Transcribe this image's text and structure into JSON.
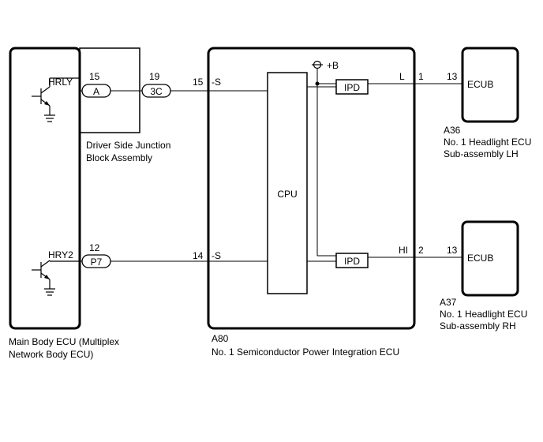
{
  "main_body_ecu": {
    "name_line1": "Main Body ECU (Multiplex",
    "name_line2": "Network Body ECU)",
    "sig_hrly": "HRLY",
    "sig_hry2": "HRY2"
  },
  "junction_block": {
    "name_line1": "Driver Side Junction",
    "name_line2": "Block Assembly",
    "pin_15": "15",
    "conn_a": "A",
    "pin_19": "19",
    "conn_3c": "3C"
  },
  "connector_p7": {
    "pin_12": "12",
    "conn": "P7"
  },
  "power_ecu": {
    "code": "A80",
    "name": "No. 1 Semiconductor Power Integration ECU",
    "cpu": "CPU",
    "ipd_top": "IPD",
    "ipd_bottom": "IPD",
    "supply": "+B",
    "pin_15": "15",
    "sig_s_top": "-S",
    "pin_14": "14",
    "sig_s_bottom": "-S",
    "out_l": "L",
    "pin_1": "1",
    "out_hi": "HI",
    "pin_2": "2"
  },
  "headlight_lh": {
    "pin_13": "13",
    "terminal": "ECUB",
    "code": "A36",
    "name_line1": "No. 1 Headlight ECU",
    "name_line2": "Sub-assembly LH"
  },
  "headlight_rh": {
    "pin_13": "13",
    "terminal": "ECUB",
    "code": "A37",
    "name_line1": "No. 1 Headlight ECU",
    "name_line2": "Sub-assembly RH"
  }
}
